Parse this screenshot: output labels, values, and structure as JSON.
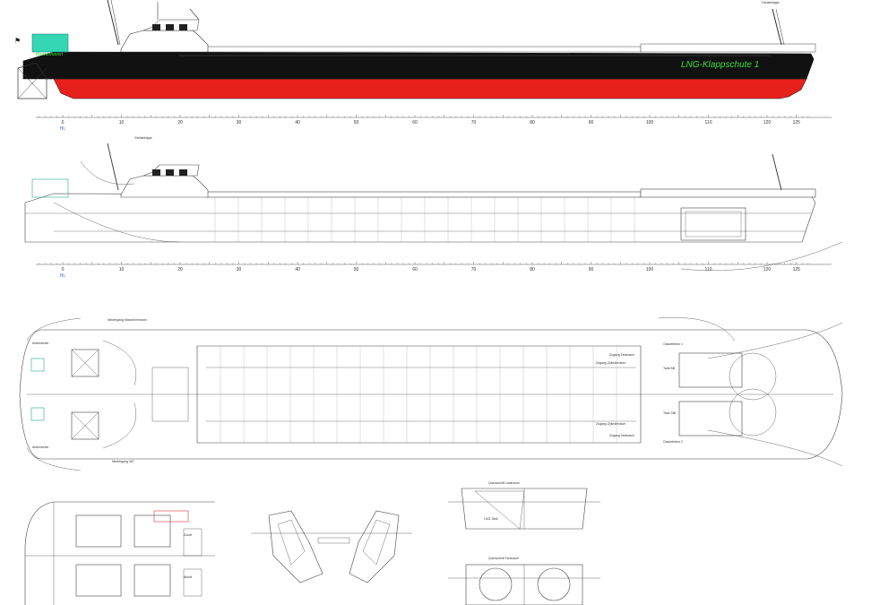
{
  "ship": {
    "name": "LNG-Klappschute 1",
    "home_port": "Bremerhaven",
    "hull_color": "#e8201c",
    "topside_color": "#111111",
    "cabin_color": "#34d6b4",
    "name_color": "#3adf3a"
  },
  "scale": {
    "ticks": [
      "0",
      "10",
      "20",
      "30",
      "40",
      "50",
      "60",
      "70",
      "80",
      "90",
      "100",
      "110",
      "120",
      "125"
    ],
    "origin_label": "HL"
  },
  "labels": {
    "geraete_aft": "Geräteträger",
    "geraete_fwd": "Geräteträger",
    "zugang_tankraum_1": "Zugang Tankraum",
    "gasdetektor_1": "Gasdetektor 1",
    "zugang_tankraum_2": "Zugang Tankraum",
    "gasdetektor_2": "Gasdetektor 2",
    "zugang_zylinderraum_1": "Zugang Zylinderraum",
    "zugang_zylinderraum_2": "Zugang Zylinderraum",
    "tank_bb": "Tank BB",
    "tank_stb": "Tank StB",
    "niedergang_maschinenraum": "Niedergang Maschinenraum",
    "niedergang_wc": "Niedergang WC",
    "ankerwinde_1": "Ankerwinde",
    "ankerwinde_2": "Ankerwinde",
    "querschnitt_laderaum": "Querschnitt Laderaum",
    "querschnitt_tankraum": "Querschnitt Tankraum",
    "lng_tank": "LNG-Tank",
    "zuluft": "Zuluft",
    "abluft": "Abluft"
  }
}
